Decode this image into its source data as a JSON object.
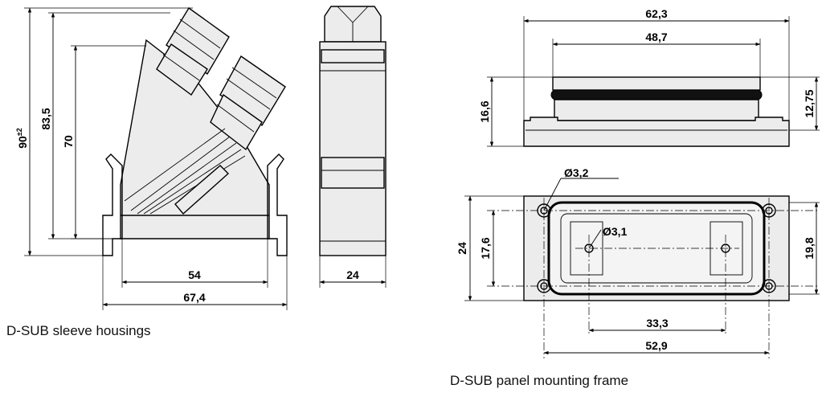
{
  "captions": {
    "sleeve": "D-SUB sleeve housings",
    "frame": "D-SUB panel mounting frame"
  },
  "dims": {
    "h90": "90",
    "h90_tol": "±2",
    "h83": "83,5",
    "h70": "70",
    "w54": "54",
    "w67": "67,4",
    "side24": "24",
    "w62": "62,3",
    "w48": "48,7",
    "h16": "16,6",
    "h12": "12,75",
    "d32": "Ø3,2",
    "d31": "Ø3,1",
    "h24": "24",
    "h17": "17,6",
    "h19": "19,8",
    "w33": "33,3",
    "w52": "52,9"
  }
}
